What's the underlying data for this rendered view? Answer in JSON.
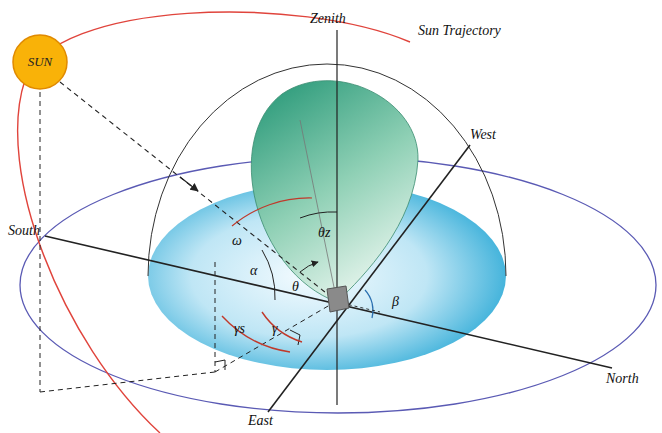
{
  "diagram": {
    "nodes": [
      {
        "text": [
          "SUN"
        ]
      }
    ],
    "labels": [
      "Sun Trajectory",
      "Zenith",
      "West",
      "South",
      "ω",
      "θz",
      "α",
      "θ",
      "γs",
      "γ",
      "β",
      "East",
      "North"
    ]
  }
}
